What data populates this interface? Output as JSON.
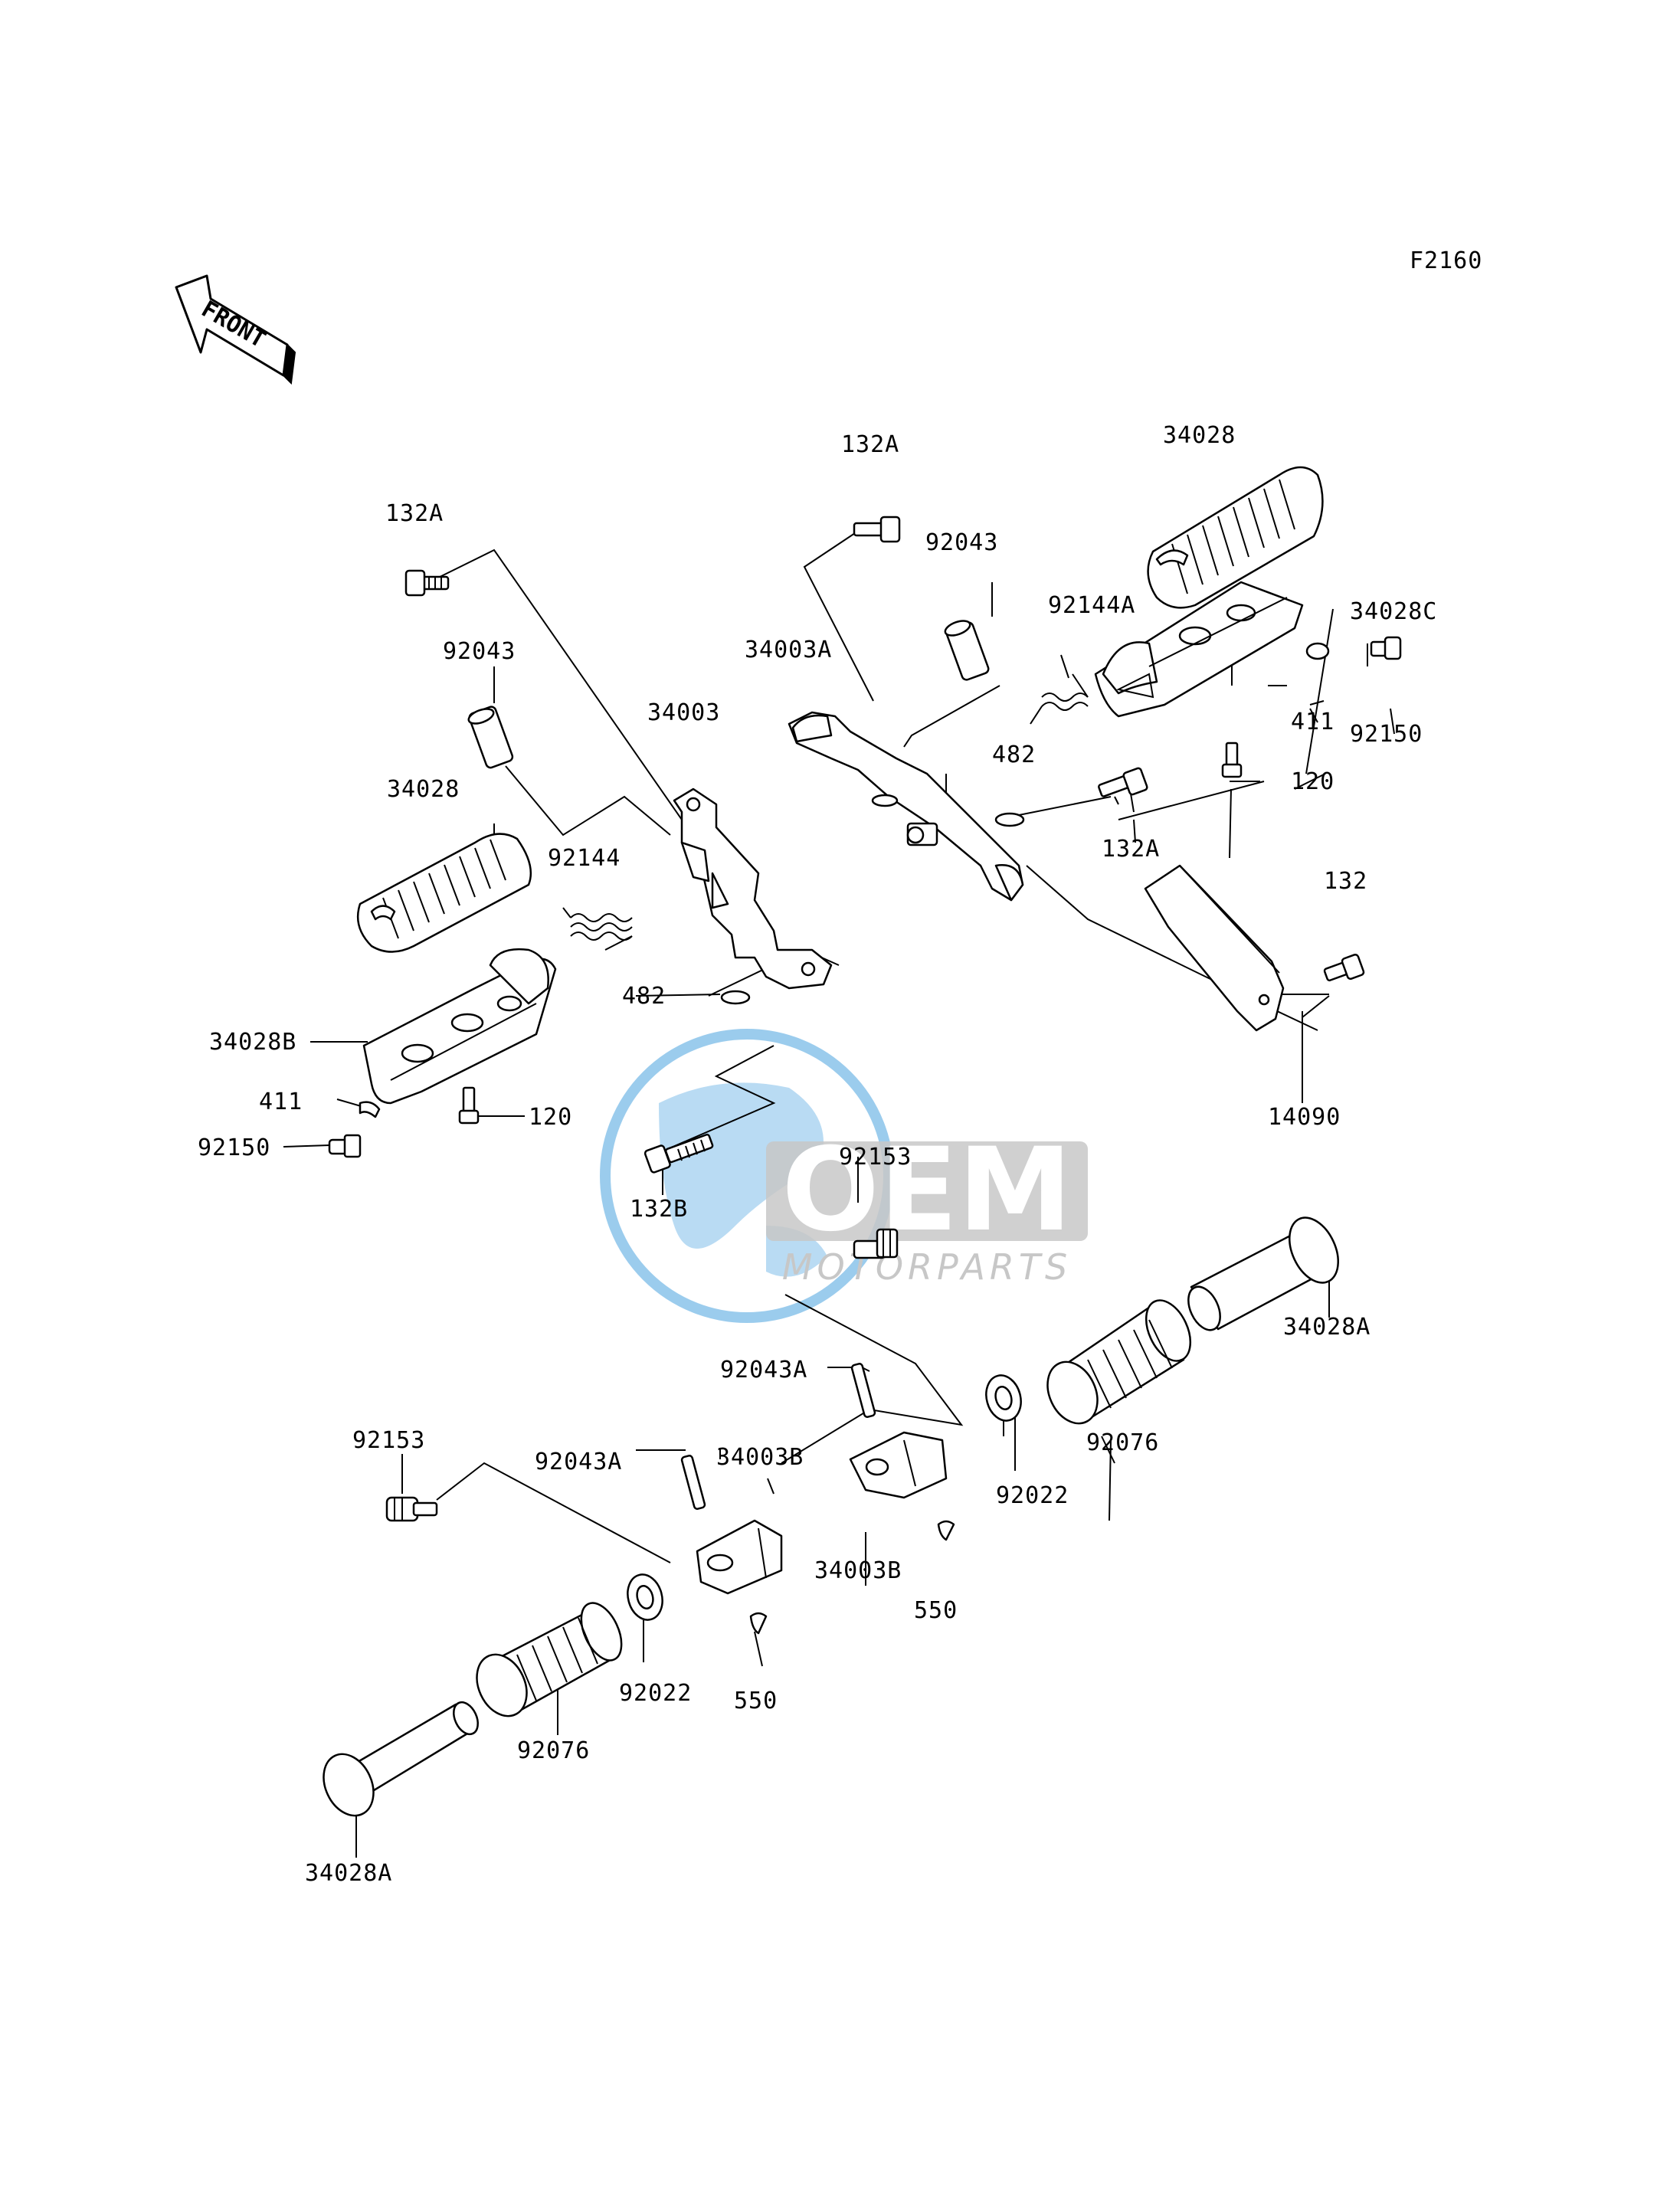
{
  "figure_code": "F2160",
  "front_arrow_label": "FRONT",
  "watermark": {
    "brand": "OEM",
    "subtitle": "MOTORPARTS",
    "globe_color": "#4aa3df",
    "text_color": "#9a9a9a"
  },
  "callouts": {
    "c01": "132A",
    "c02": "92043",
    "c03": "34028",
    "c04": "34003",
    "c05": "92144",
    "c06": "482",
    "c07": "34028B",
    "c08": "411",
    "c09": "120",
    "c10": "92150",
    "c11": "132B",
    "c12": "132A",
    "c13": "92043",
    "c14": "92144A",
    "c15": "34003A",
    "c16": "34028",
    "c17": "34028C",
    "c18": "411",
    "c19": "92150",
    "c20": "120",
    "c21": "482",
    "c22": "132A",
    "c23": "132",
    "c24": "14090",
    "c25": "92153",
    "c26": "34028A",
    "c27": "92043A",
    "c28": "92022",
    "c29": "92076",
    "c30": "34003B",
    "c31": "550",
    "c32": "92153",
    "c33": "92043A",
    "c34": "34003B",
    "c35": "92022",
    "c36": "550",
    "c37": "92076",
    "c38": "34028A"
  }
}
